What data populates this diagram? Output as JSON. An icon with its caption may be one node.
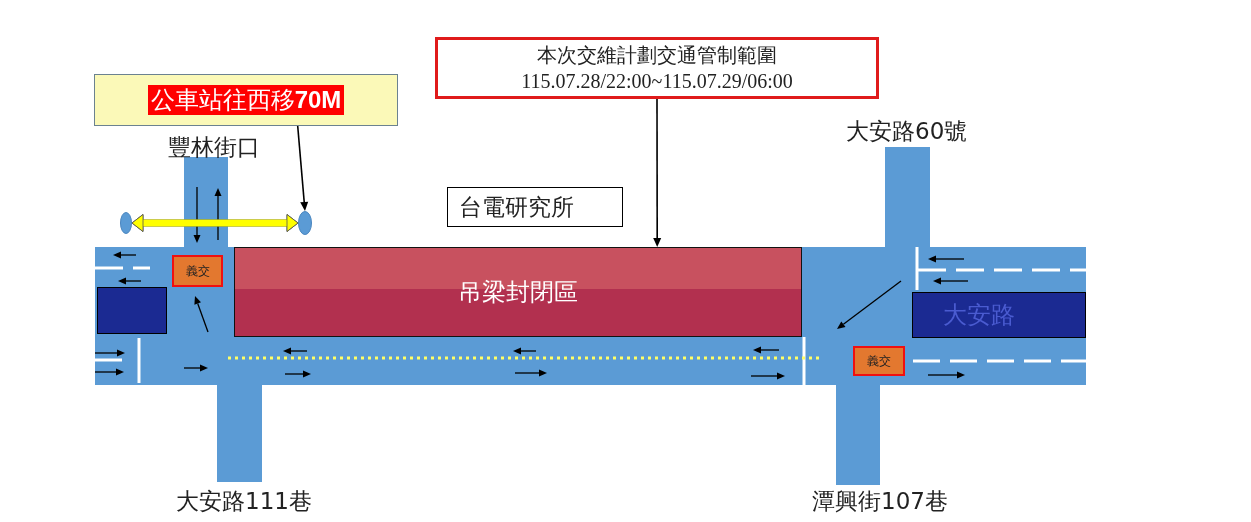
{
  "diagram": {
    "nodes": [
      {
        "text": [
          "本次交維計劃交通管制範圍",
          "115.07.28/22:00~115.07.29/06:00"
        ]
      },
      {
        "text": [
          "公車站往西移**70M**"
        ]
      },
      {
        "text": [],
        "shape": "circle"
      },
      {
        "text": [],
        "shape": "circle"
      },
      {
        "text": [
          "台電研究所"
        ]
      },
      {
        "text": [
          "吊梁封閉區"
        ]
      },
      {
        "text": [
          "義交"
        ]
      },
      {
        "text": [],
        "shape": "box"
      },
      {
        "text": [
          "大安路"
        ]
      },
      {
        "text": [
          "義交"
        ]
      }
    ],
    "edges": [
      {
        "from": 0,
        "to": 5,
        "arrow": "to"
      },
      {
        "from": 1,
        "to": 3,
        "arrow": "to"
      },
      {
        "from": 2,
        "to": 3,
        "arrow": "both",
        "style": "thick",
        "color": "#ffff00"
      }
    ],
    "labels": [
      "豐林街口",
      "大安路60號",
      "大安路111巷",
      "潭興街107巷"
    ]
  }
}
